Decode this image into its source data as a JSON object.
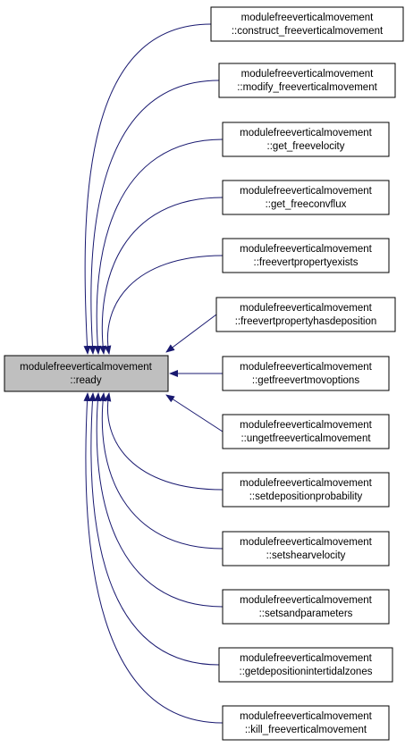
{
  "colors": {
    "focus_fill": "#bfbfbf",
    "node_fill": "#ffffff",
    "stroke": "#000000",
    "edge": "#191970"
  },
  "focus": {
    "line1": "modulefreeverticalmovement",
    "line2": "::ready"
  },
  "callers": [
    {
      "line1": "modulefreeverticalmovement",
      "line2": "::construct_freeverticalmovement"
    },
    {
      "line1": "modulefreeverticalmovement",
      "line2": "::modify_freeverticalmovement"
    },
    {
      "line1": "modulefreeverticalmovement",
      "line2": "::get_freevelocity"
    },
    {
      "line1": "modulefreeverticalmovement",
      "line2": "::get_freeconvflux"
    },
    {
      "line1": "modulefreeverticalmovement",
      "line2": "::freevertpropertyexists"
    },
    {
      "line1": "modulefreeverticalmovement",
      "line2": "::freevertpropertyhasdeposition"
    },
    {
      "line1": "modulefreeverticalmovement",
      "line2": "::getfreevertmovoptions"
    },
    {
      "line1": "modulefreeverticalmovement",
      "line2": "::ungetfreeverticalmovement"
    },
    {
      "line1": "modulefreeverticalmovement",
      "line2": "::setdepositionprobability"
    },
    {
      "line1": "modulefreeverticalmovement",
      "line2": "::setshearvelocity"
    },
    {
      "line1": "modulefreeverticalmovement",
      "line2": "::setsandparameters"
    },
    {
      "line1": "modulefreeverticalmovement",
      "line2": "::getdepositionintertidalzones"
    },
    {
      "line1": "modulefreeverticalmovement",
      "line2": "::kill_freeverticalmovement"
    }
  ]
}
